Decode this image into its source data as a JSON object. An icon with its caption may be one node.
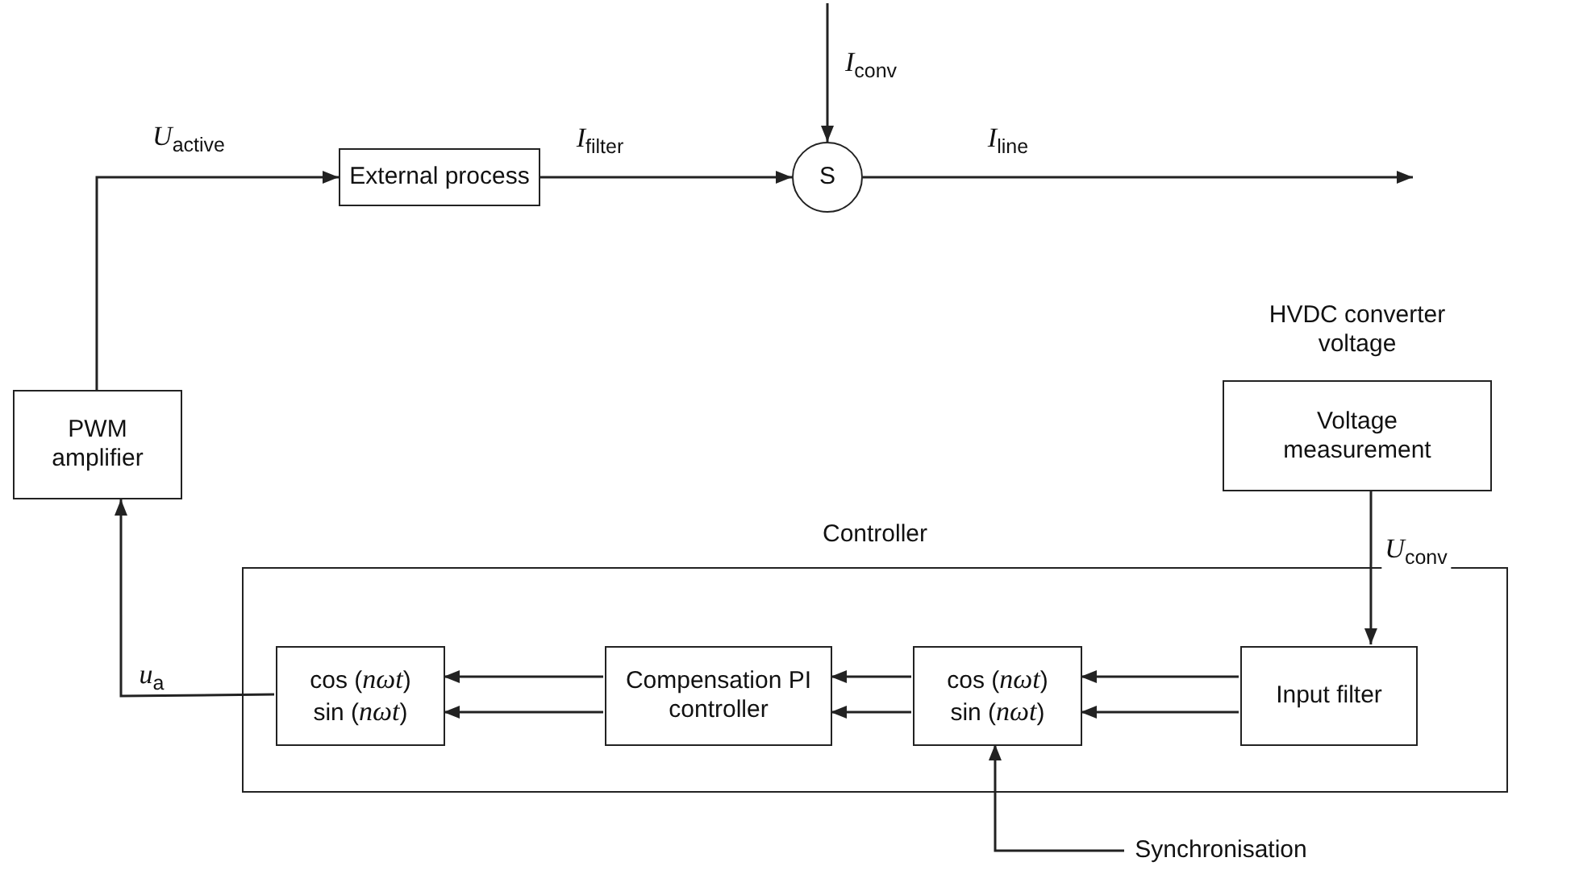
{
  "diagram": {
    "nodes": [
      {
        "text": [
          "External process"
        ]
      },
      {
        "text": [
          "S"
        ]
      },
      {
        "text": [
          "PWM amplifier"
        ]
      },
      {
        "text": [
          "Voltage measurement"
        ],
        "beside": [
          "HVDC converter voltage"
        ]
      },
      {
        "text": [
          "Controller"
        ]
      },
      {
        "text": [
          "cos (*nωt*)",
          "sin (*nωt*)"
        ],
        "in": 4
      },
      {
        "text": [
          "Compensation PI controller"
        ],
        "in": 4
      },
      {
        "text": [
          "cos (*nωt*)",
          "sin (*nωt*)"
        ],
        "in": 4
      },
      {
        "text": [
          "Input filter"
        ],
        "in": 4
      },
      {
        "text": [
          "Synchronisation"
        ]
      }
    ],
    "edges": [
      {
        "from": null,
        "to": 1,
        "arrow": "to",
        "label": "*I*$_{conv}$"
      },
      {
        "from": 2,
        "to": 0,
        "arrow": "to",
        "label": "*U*$_{active}$"
      },
      {
        "from": 0,
        "to": 1,
        "arrow": "to",
        "label": "*I*$_{filter}$"
      },
      {
        "from": 1,
        "to": null,
        "arrow": "to",
        "label": "*I*$_{line}$"
      },
      {
        "from": 3,
        "to": 8,
        "arrow": "to",
        "label": "*U*$_{conv}$"
      },
      {
        "from": 8,
        "to": 7,
        "arrow": "to"
      },
      {
        "from": 8,
        "to": 7,
        "arrow": "to"
      },
      {
        "from": 7,
        "to": 6,
        "arrow": "to"
      },
      {
        "from": 7,
        "to": 6,
        "arrow": "to"
      },
      {
        "from": 6,
        "to": 5,
        "arrow": "to"
      },
      {
        "from": 6,
        "to": 5,
        "arrow": "to"
      },
      {
        "from": 5,
        "to": 2,
        "arrow": "to",
        "label": "*u*$_{a}$"
      },
      {
        "from": 9,
        "to": 7,
        "arrow": "to"
      }
    ]
  }
}
